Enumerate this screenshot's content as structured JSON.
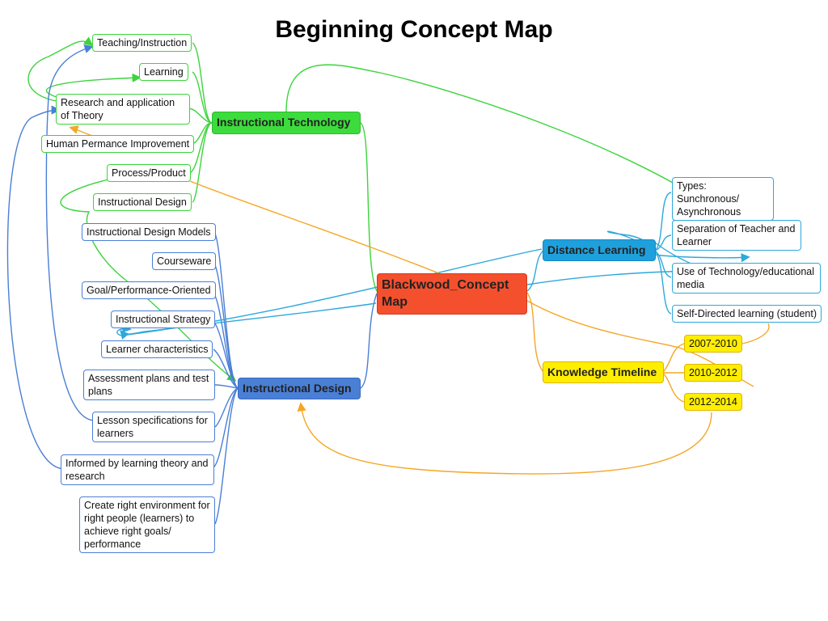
{
  "title": "Beginning Concept Map",
  "center": "Blackwood_Concept Map",
  "hubs": {
    "instructional_technology": "Instructional Technology",
    "instructional_design": "Instructional Design",
    "distance_learning": "Distance Learning",
    "knowledge_timeline": "Knowledge Timeline"
  },
  "technology_items": [
    "Teaching/Instruction",
    "Learning",
    "Research and application of Theory",
    "Human Permance Improvement",
    "Process/Product",
    "Instructional Design"
  ],
  "design_items": [
    "Instructional Design Models",
    "Courseware",
    "Goal/Performance-Oriented",
    "Instructional Strategy",
    "Learner characteristics",
    "Assessment plans and test plans",
    "Lesson specifications for learners",
    "Informed by learning theory and research",
    "Create right environment for right people (learners) to achieve right goals/ performance"
  ],
  "distance_items": [
    "Types: Sunchronous/ Asynchronous",
    "Separation of Teacher and Learner",
    "Use of Technology/educational media",
    "Self-Directed learning (student)"
  ],
  "timeline_items": [
    "2007-2010",
    "2010-2012",
    "2012-2014"
  ],
  "colors": {
    "center": "#f5502e",
    "technology": "#3cdc3c",
    "design": "#4a7fd6",
    "distance": "#1ea0dc",
    "timeline": "#ffee00",
    "cross_link": "#f5a623"
  }
}
